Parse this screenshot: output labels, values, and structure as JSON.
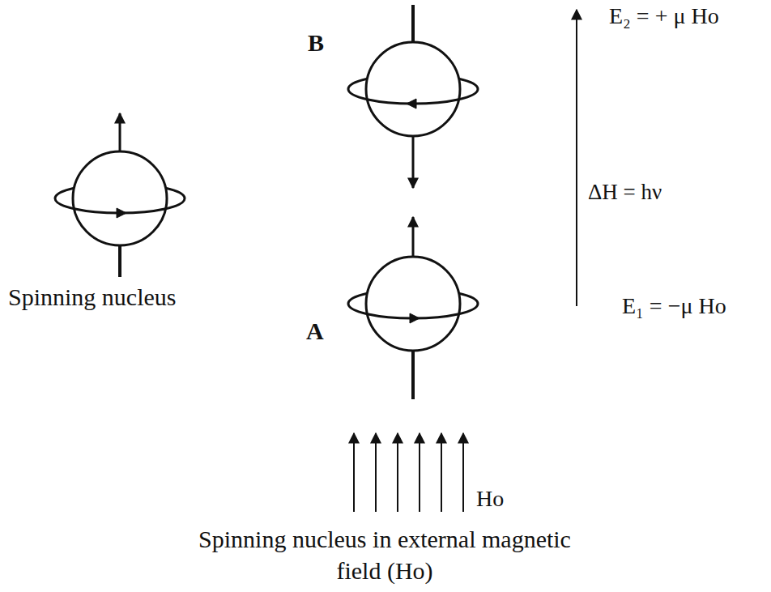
{
  "diagram": {
    "labels": [
      "Spinning nucleus",
      "B",
      "E₂ = + μ Ho",
      "ΔH = hν",
      "A",
      "E₁ = −μ Ho",
      "Ho",
      "Spinning nucleus in external magnetic field (Ho)"
    ]
  }
}
